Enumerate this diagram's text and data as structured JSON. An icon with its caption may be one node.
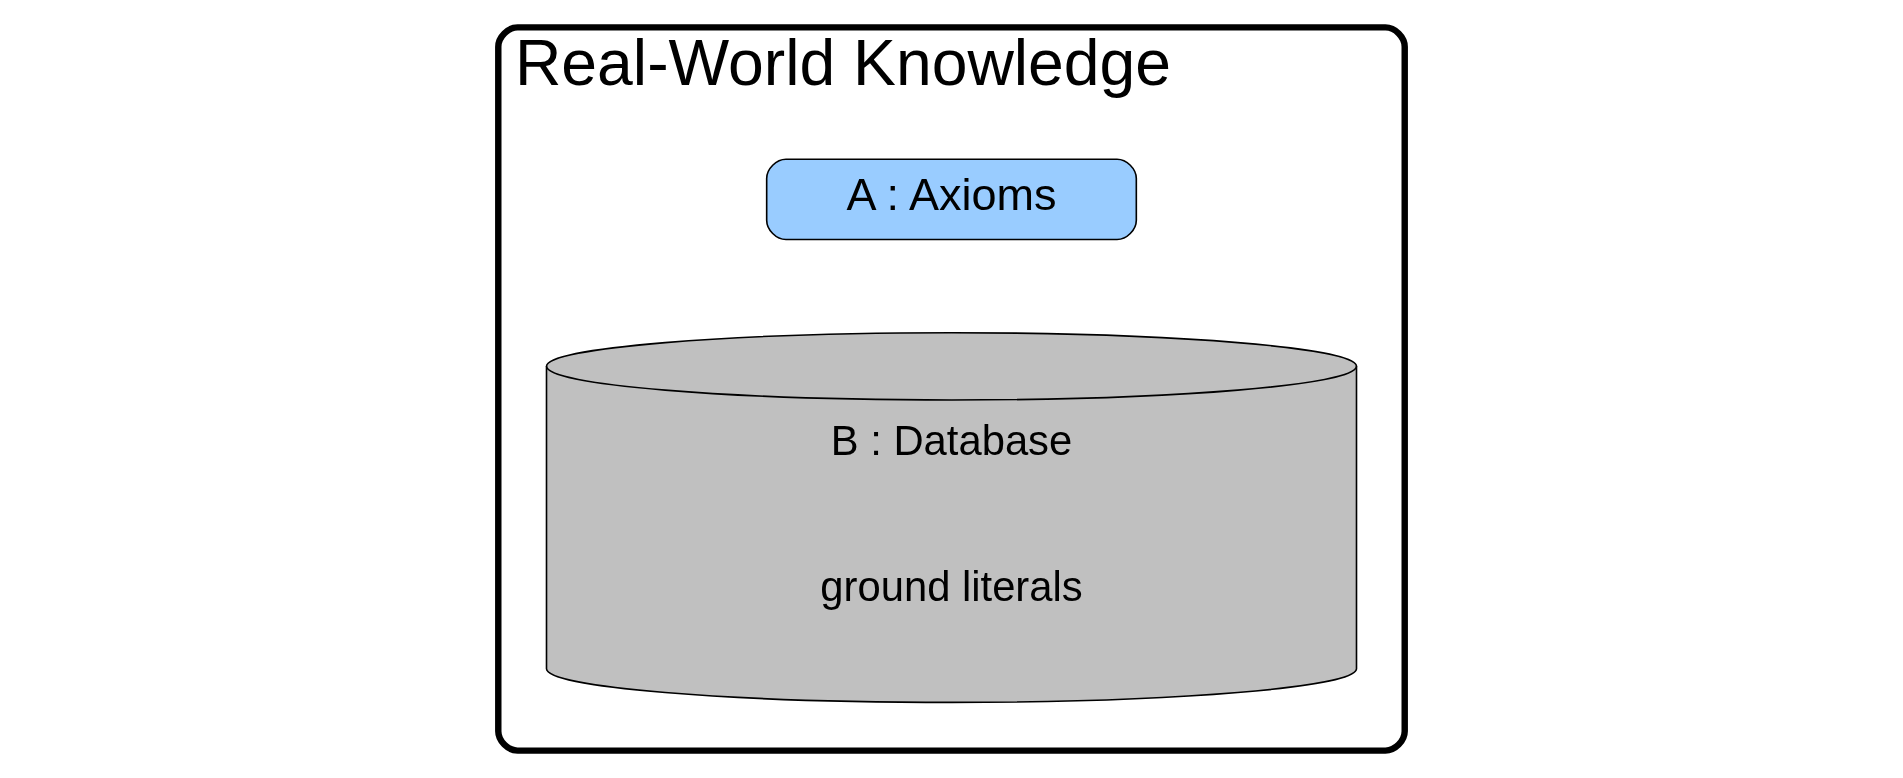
{
  "diagram": {
    "nodes": [
      {
        "text": [
          "Real-World Knowledge"
        ]
      },
      {
        "text": [
          "A : Axioms"
        ],
        "in": 0
      },
      {
        "text": [
          "B : Database",
          "ground literals"
        ],
        "in": 0
      }
    ],
    "edges": []
  }
}
